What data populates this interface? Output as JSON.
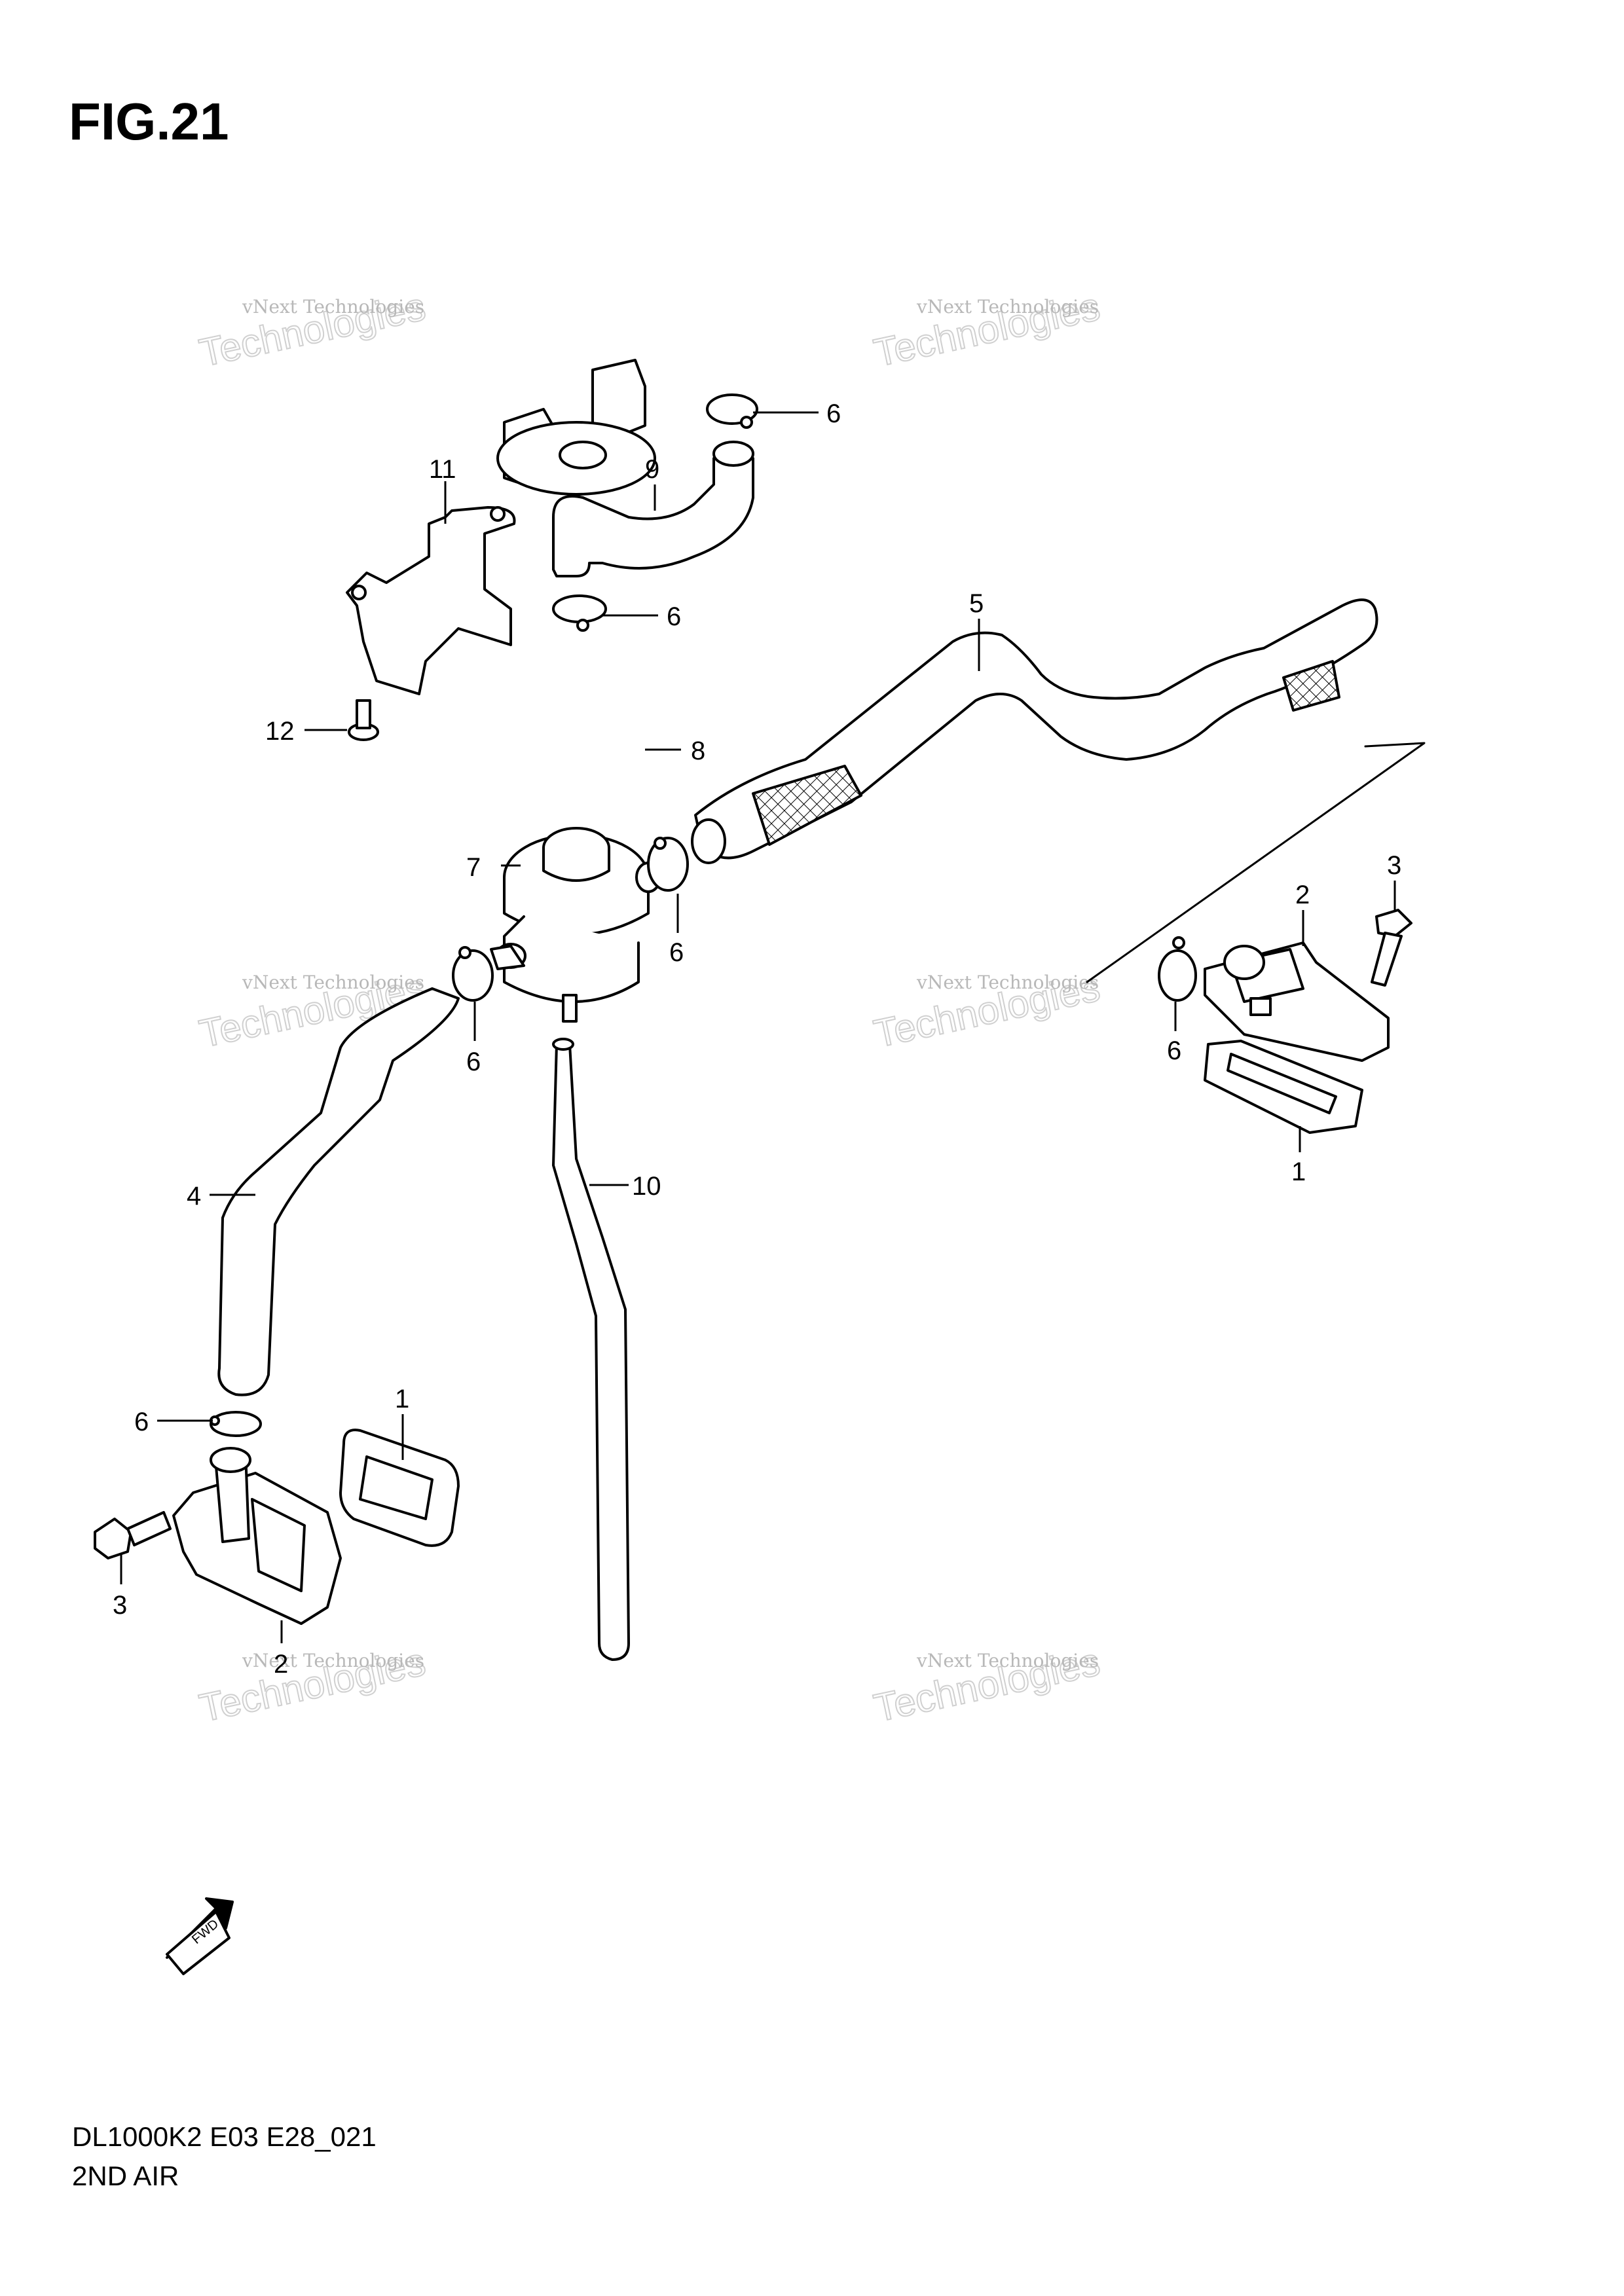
{
  "figure": {
    "title": "FIG.21",
    "model_code": "DL1000K2 E03 E28_021",
    "section_name": "2ND AIR"
  },
  "watermark": {
    "line1": "vNext Technologies",
    "line2": "Technologies",
    "line3": "vNext"
  },
  "fwd_label": "FWD",
  "callouts": {
    "c6_top": "6",
    "c9": "9",
    "c11": "11",
    "c6_mid": "6",
    "c12": "12",
    "c8": "8",
    "c5": "5",
    "c7": "7",
    "c6_valve_right": "6",
    "c6_valve_left": "6",
    "c3_right": "3",
    "c2_right": "2",
    "c6_right": "6",
    "c1_right": "1",
    "c4": "4",
    "c10": "10",
    "c6_low": "6",
    "c1_left": "1",
    "c3_left": "3",
    "c2_left": "2"
  },
  "colors": {
    "line": "#000000",
    "watermark": "#c8c8c8"
  }
}
